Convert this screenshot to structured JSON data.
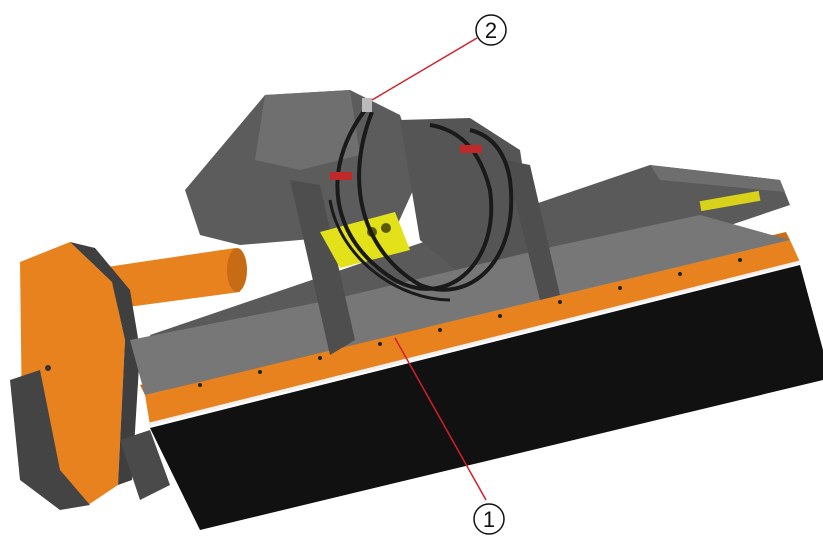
{
  "figure": {
    "subject": "mulcher-machine-illustration",
    "colors": {
      "frame_dark": "#4a4a4a",
      "frame_mid": "#5e5e5e",
      "frame_light": "#7a7a7a",
      "accent_orange": "#e8821e",
      "flap_black": "#111111",
      "label_yellow": "#e3e21a",
      "hose_black": "#1a1a1a",
      "valve_red": "#c0282a",
      "callout_red": "#d21f2a"
    }
  },
  "callouts": [
    {
      "id": "callout-1",
      "number": "1"
    },
    {
      "id": "callout-2",
      "number": "2"
    }
  ]
}
